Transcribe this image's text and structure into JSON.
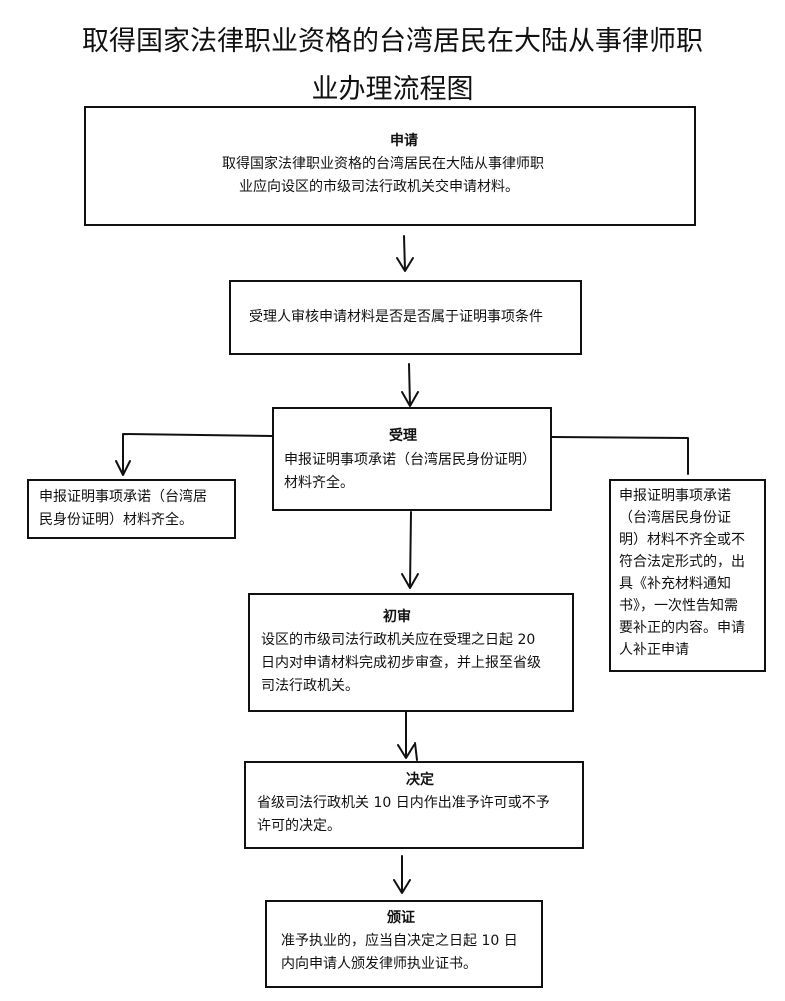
{
  "title": {
    "line1": "取得国家法律职业资格的台湾居民在大陆从事律师职",
    "line2": "业办理流程图"
  },
  "apply": {
    "heading": "申请",
    "line1": "取得国家法律职业资格的台湾居民在大陆从事律师职",
    "line2": "业应向设区的市级司法行政机关交申请材料。"
  },
  "review": {
    "text": "受理人审核申请材料是否是否属于证明事项条件"
  },
  "accept": {
    "heading": "受理",
    "line1": "申报证明事项承诺（台湾居民身份证明）",
    "line2": "材料齐全。"
  },
  "left": {
    "line1": "申报证明事项承诺（台湾居",
    "line2": "民身份证明）材料齐全。"
  },
  "right": {
    "lines": [
      "申报证明事项承诺",
      "（台湾居民身份证",
      "明）材料不齐全或不",
      "符合法定形式的，出",
      "具《补充材料通知",
      "书》，一次性告知需",
      "要补正的内容。申请",
      "人补正申请"
    ]
  },
  "prelim": {
    "heading": "初审",
    "line1": "设区的市级司法行政机关应在受理之日起 20",
    "line2": "日内对申请材料完成初步审查，并上报至省级",
    "line3": "司法行政机关。"
  },
  "decision": {
    "heading": "决定",
    "line1": "省级司法行政机关 10 日内作出准予许可或不予",
    "line2": "许可的决定。"
  },
  "issue": {
    "heading": "颁证",
    "line1": "准予执业的，应当自决定之日起 10 日",
    "line2": "内向申请人颁发律师执业证书。"
  }
}
